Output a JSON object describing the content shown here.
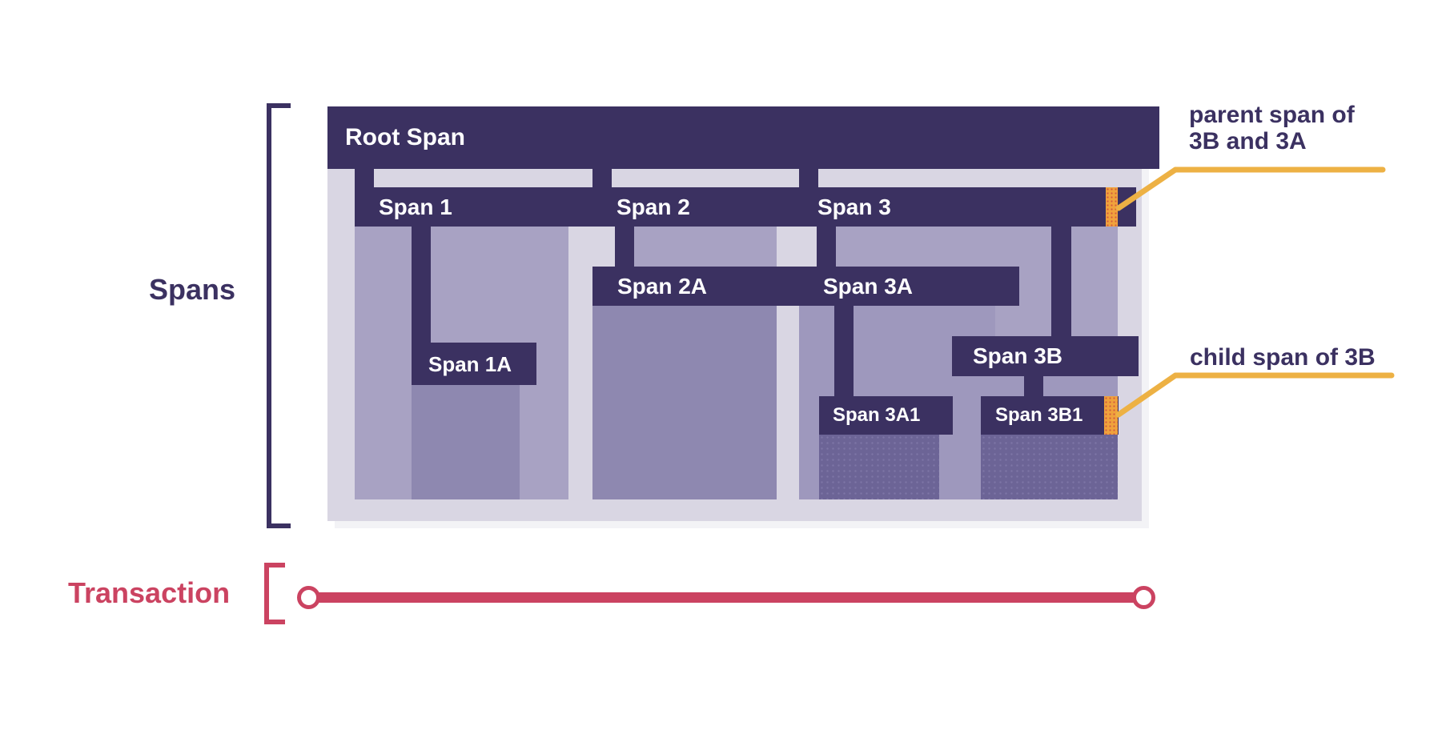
{
  "diagram": {
    "root": {
      "label": "Root Span"
    },
    "span1": {
      "label": "Span 1"
    },
    "span1a": {
      "label": "Span 1A"
    },
    "span2": {
      "label": "Span 2"
    },
    "span2a": {
      "label": "Span 2A"
    },
    "span3": {
      "label": "Span 3"
    },
    "span3a": {
      "label": "Span 3A"
    },
    "span3a1": {
      "label": "Span 3A1"
    },
    "span3b": {
      "label": "Span 3B"
    },
    "span3b1": {
      "label": "Span 3B1"
    }
  },
  "legend": {
    "spans_label": "Spans",
    "transaction_label": "Transaction"
  },
  "annotations": {
    "parent_line1": "parent span of",
    "parent_line2": "3B and 3A",
    "child_text": "child span of 3B"
  },
  "colors": {
    "span_dark": "#3b3161",
    "container_light": "#d9d6e3",
    "depth2": "#a8a2c3",
    "depth3": "#8e88b0",
    "depth3_light": "#9e98bd",
    "depth4": "#6c6496",
    "highlight_orange": "#f0a23c",
    "callout_yellow": "#edb144",
    "transaction_red": "#cb4361",
    "label_white": "#ffffff"
  }
}
